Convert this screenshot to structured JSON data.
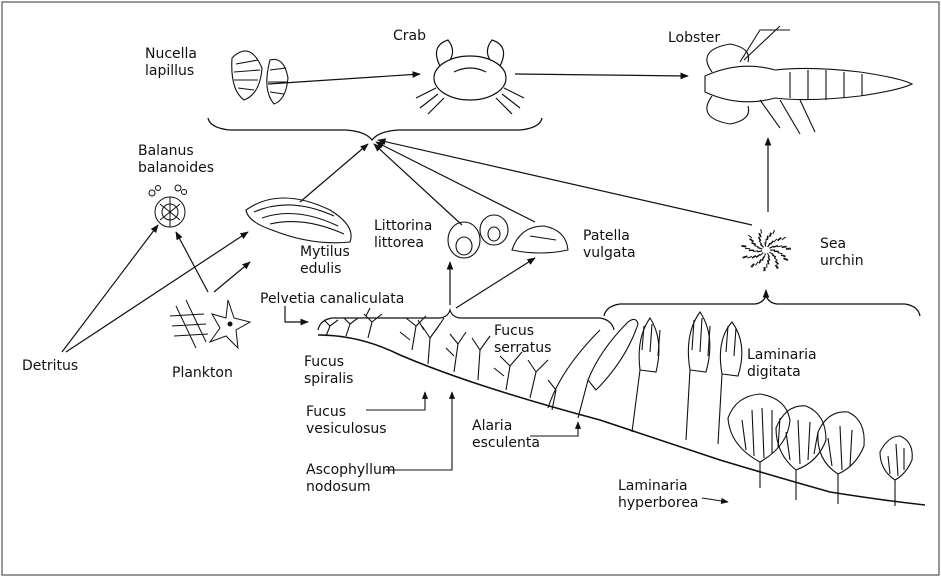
{
  "diagram": {
    "labels": {
      "nucella": "Nucella\nlapillus",
      "crab": "Crab",
      "lobster": "Lobster",
      "balanus": "Balanus\nbalanoides",
      "mytilus": "Mytilus\nedulis",
      "littorina": "Littorina\nlittorea",
      "patella": "Patella\nvulgata",
      "sea_urchin": "Sea\nurchin",
      "pelvetia": "Pelvetia canaliculata",
      "fucus_serratus": "Fucus\nserratus",
      "laminaria_digitata": "Laminaria\ndigitata",
      "detritus": "Detritus",
      "plankton": "Plankton",
      "fucus_spiralis": "Fucus\nspiralis",
      "fucus_vesiculosus": "Fucus\nvesiculosus",
      "ascophyllum": "Ascophyllum\nnodosum",
      "alaria": "Alaria\nesculenta",
      "laminaria_hyperborea": "Laminaria\nhyperborea"
    },
    "colors": {
      "ink": "#111111",
      "paper": "#ffffff",
      "border": "#555555"
    },
    "icons": [
      "whelk-shells-icon",
      "crab-icon",
      "lobster-icon",
      "barnacle-icon",
      "mussel-icon",
      "periwinkle-icon",
      "limpet-icon",
      "sea-urchin-icon",
      "plankton-icon",
      "seaweed-shore-icon",
      "kelp-icon"
    ]
  }
}
